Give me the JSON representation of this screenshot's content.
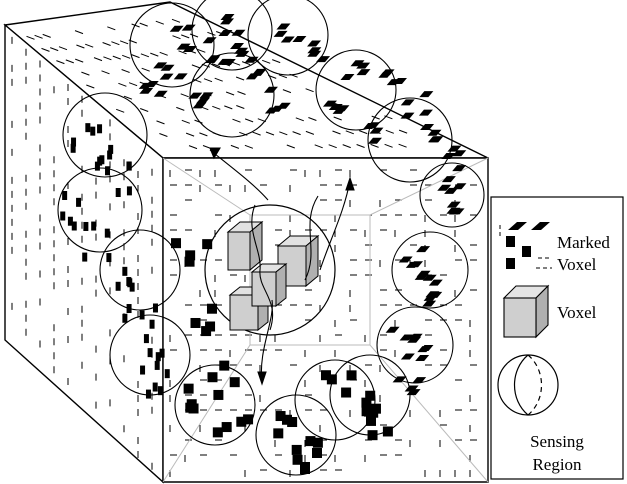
{
  "legend": {
    "items": [
      {
        "label_lines": [
          "Marked",
          "Voxel"
        ],
        "symbol": "marked-voxel-icon"
      },
      {
        "label_lines": [
          "Voxel"
        ],
        "symbol": "voxel-cube-icon"
      },
      {
        "label_lines": [
          "Sensing",
          "Region"
        ],
        "symbol": "sensing-sphere-icon"
      }
    ]
  },
  "colors": {
    "line": "#000000",
    "marked": "#000000",
    "voxel_fill": "#cfcfcf",
    "background": "#ffffff"
  }
}
